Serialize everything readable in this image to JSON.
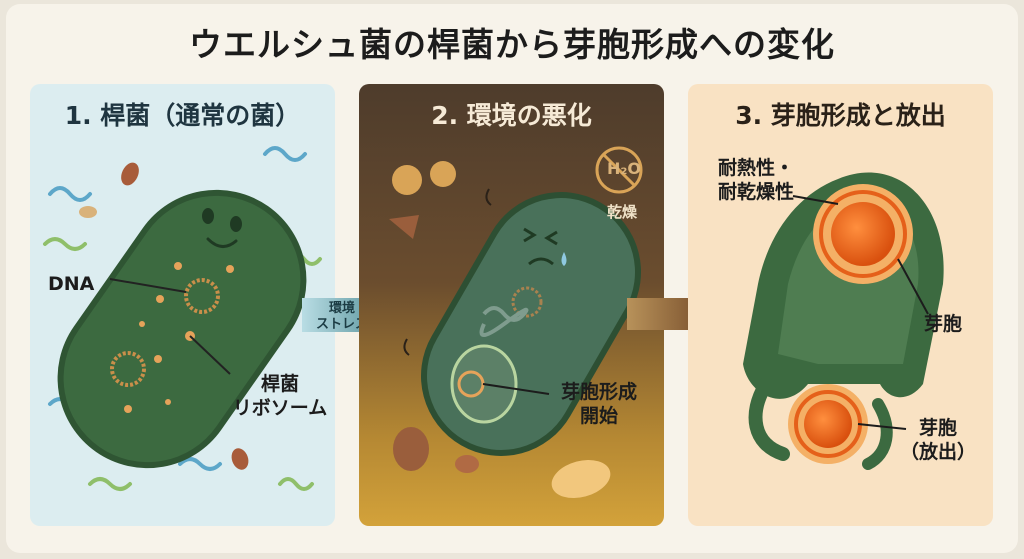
{
  "title": "ウエルシュ菌の桿菌から芽胞形成への変化",
  "panels": [
    {
      "title": "1. 桿菌（通常の菌）"
    },
    {
      "title": "2. 環境の悪化"
    },
    {
      "title": "3. 芽胞形成と放出"
    }
  ],
  "labels": {
    "dna": "DNA",
    "ribosome_line1": "桿菌",
    "ribosome_line2": "リボソーム",
    "stress_line1": "環境",
    "stress_line2": "ストレス",
    "dry": "乾燥",
    "h2o": "H₂O",
    "spore_start_line1": "芽胞形成",
    "spore_start_line2": "開始",
    "resist_line1": "耐熱性・",
    "resist_line2": "耐乾燥性",
    "spore": "芽胞",
    "spore_released_line1": "芽胞",
    "spore_released_line2": "（放出）"
  },
  "colors": {
    "bacterium": "#3c6a40",
    "panel1_bg": "#dcedf0",
    "panel3_bg": "#f9e2c3",
    "spore_orange": "#ef6a1e"
  }
}
